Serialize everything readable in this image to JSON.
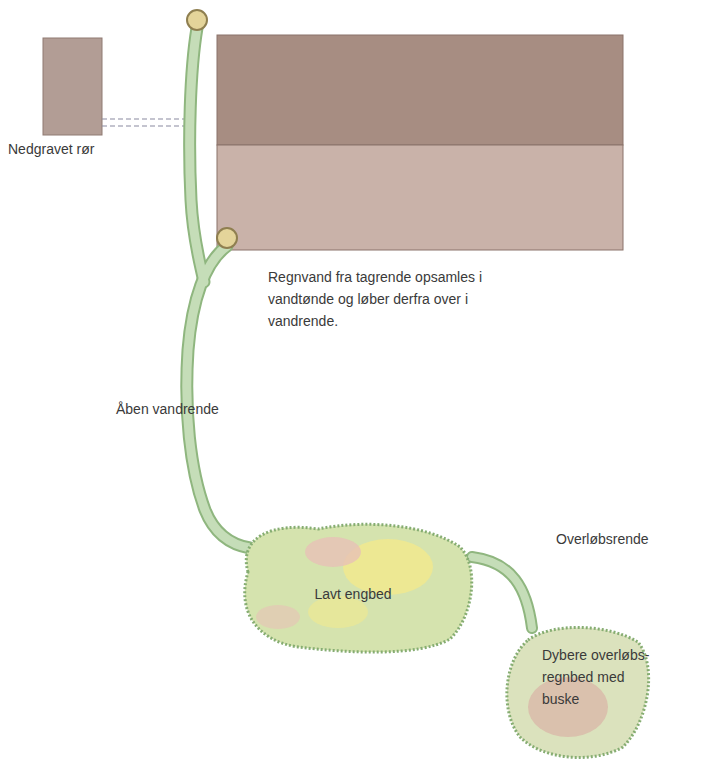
{
  "diagram": {
    "nodes": [
      {
        "text": [
          "Lavt engbed"
        ]
      },
      {
        "text": [
          "Dybere overløbs- regnbed med buske"
        ]
      }
    ],
    "edges": [
      {
        "from": 0,
        "to": 1,
        "arrow": "none",
        "label": "Overløbsrende"
      }
    ],
    "labels": [
      "Nedgravet rør",
      "Regnvand fra tagrende opsamles i vandtønde og løber derfra over i vandrende.",
      "Åben vandrende"
    ]
  }
}
